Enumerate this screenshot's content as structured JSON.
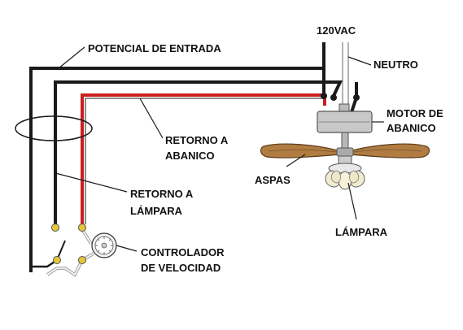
{
  "labels": {
    "supply_voltage": "120VAC",
    "input_potential": "POTENCIAL DE ENTRADA",
    "neutral": "NEUTRO",
    "fan_motor_line1": "MOTOR DE",
    "fan_motor_line2": "ABANICO",
    "fan_return_line1": "RETORNO A",
    "fan_return_line2": "ABANICO",
    "blades": "ASPAS",
    "lamp_return_line1": "RETORNO A",
    "lamp_return_line2": "LÁMPARA",
    "lamp": "LÁMPARA",
    "controller_line1": "CONTROLADOR",
    "controller_line2": "DE VELOCIDAD"
  },
  "colors": {
    "hot_wire": "#1a1a1a",
    "return_wire_red": "#cc1f1f",
    "neutral_wire": "#bbbbbb",
    "connector": "#e6c73a",
    "motor_body": "#c8c8c8",
    "blade": "#b07c42"
  }
}
